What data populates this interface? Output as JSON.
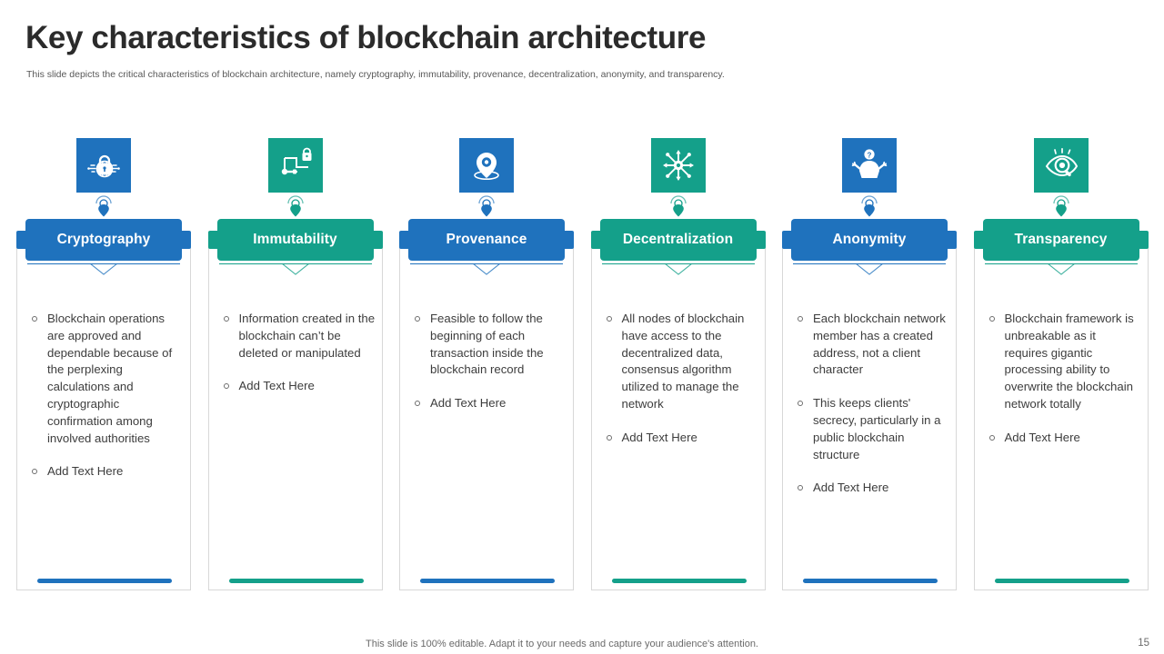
{
  "header": {
    "title": "Key characteristics of blockchain architecture",
    "subtitle": "This slide depicts the critical characteristics of blockchain architecture, namely cryptography, immutability, provenance, decentralization, anonymity, and transparency."
  },
  "colors": {
    "blue": "#1F72BD",
    "teal": "#14A08A",
    "title_text": "#2b2b2b",
    "body_text": "#3d3d3d",
    "card_border": "#d8d8d8",
    "footer_text": "#6a6a6a"
  },
  "columns": [
    {
      "label": "Cryptography",
      "color": "#1F72BD",
      "icon": "globe-lock-icon",
      "pin_icon": "location-pin-icon",
      "bullets": [
        "Blockchain operations are approved and dependable because of the perplexing calculations and cryptographic confirmation among involved authorities",
        "Add Text Here"
      ]
    },
    {
      "label": "Immutability",
      "color": "#14A08A",
      "icon": "chain-lock-icon",
      "pin_icon": "location-pin-icon",
      "bullets": [
        "Information created in the blockchain can’t be deleted or manipulated",
        "Add Text Here"
      ]
    },
    {
      "label": "Provenance",
      "color": "#1F72BD",
      "icon": "map-marker-icon",
      "pin_icon": "location-pin-icon",
      "bullets": [
        "Feasible to follow the beginning of each transaction inside the blockchain record",
        "Add Text Here"
      ]
    },
    {
      "label": "Decentralization",
      "color": "#14A08A",
      "icon": "network-hub-icon",
      "pin_icon": "location-pin-icon",
      "bullets": [
        "All nodes of blockchain have access to the decentralized data, consensus algorithm utilized to manage the network",
        "Add Text Here"
      ]
    },
    {
      "label": "Anonymity",
      "color": "#1F72BD",
      "icon": "anonymous-person-icon",
      "pin_icon": "location-pin-icon",
      "bullets": [
        "Each blockchain network member has a created address, not a client character",
        "This keeps clients' secrecy, particularly in a public blockchain structure",
        "Add Text Here"
      ]
    },
    {
      "label": "Transparency",
      "color": "#14A08A",
      "icon": "eye-magnifier-icon",
      "pin_icon": "location-pin-icon",
      "bullets": [
        "Blockchain framework is unbreakable as it requires gigantic processing ability to overwrite the blockchain network totally",
        "Add Text Here"
      ]
    }
  ],
  "footer": {
    "note": "This slide is 100% editable. Adapt it to your needs and capture your audience's attention.",
    "page_number": "15"
  }
}
